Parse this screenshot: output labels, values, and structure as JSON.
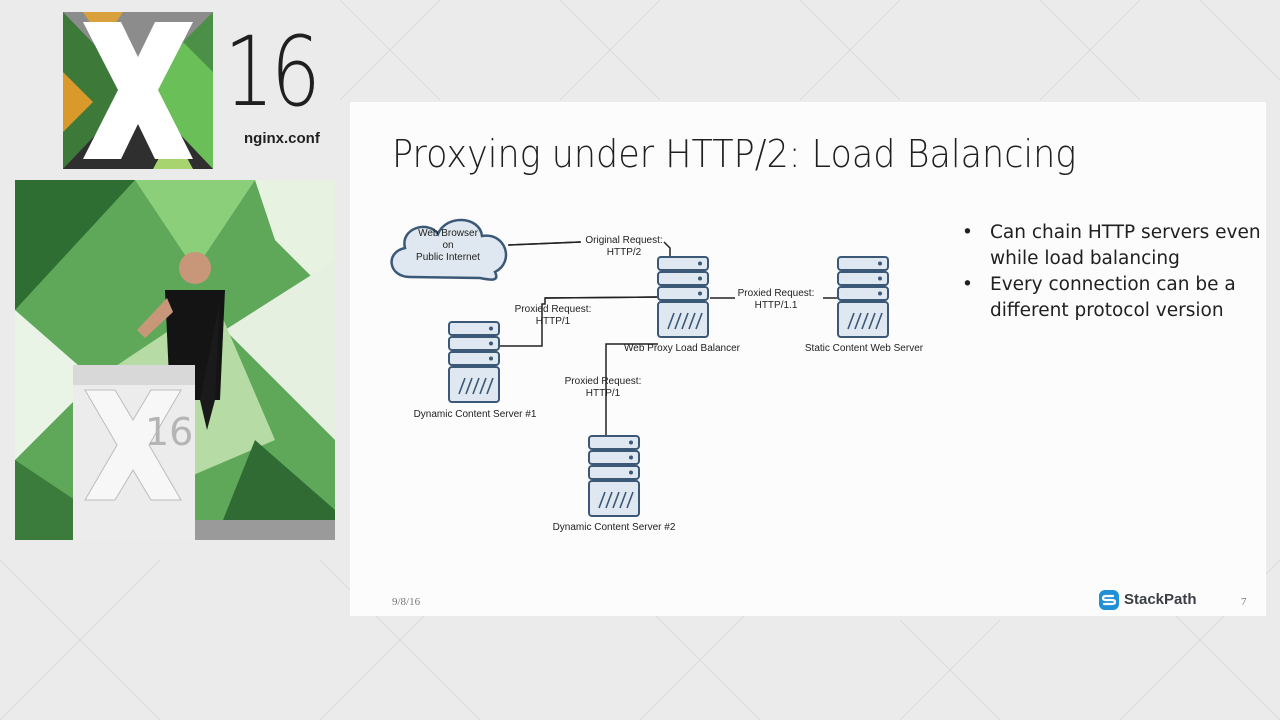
{
  "conference": {
    "number": "16",
    "name": "nginx.conf"
  },
  "slide": {
    "title": "Proxying under HTTP/2: Load Balancing",
    "bullets": [
      "Can chain HTTP servers even while load balancing",
      "Every connection can be a different protocol version"
    ],
    "footer_date": "9/8/16",
    "brand": "StackPath",
    "page_number": "7",
    "diagram": {
      "browser": [
        "Web Browser",
        "on",
        "Public Internet"
      ],
      "balancer_label": "Web Proxy Load Balancer",
      "static_server_label": "Static Content Web Server",
      "dynamic1_label": "Dynamic Content Server #1",
      "dynamic2_label": "Dynamic Content Server #2",
      "original_request": [
        "Original Request:",
        "HTTP/2"
      ],
      "proxied_static": [
        "Proxied Request:",
        "HTTP/1.1"
      ],
      "proxied_dynamic1": [
        "Proxied Request:",
        "HTTP/1"
      ],
      "proxied_dynamic2": [
        "Proxied Request:",
        "HTTP/1"
      ]
    }
  },
  "colors": {
    "server_fill": "#dfe8f0",
    "server_stroke": "#3b5877",
    "accent_green": "#6bbf59",
    "brand_blue": "#1f8fd6"
  }
}
